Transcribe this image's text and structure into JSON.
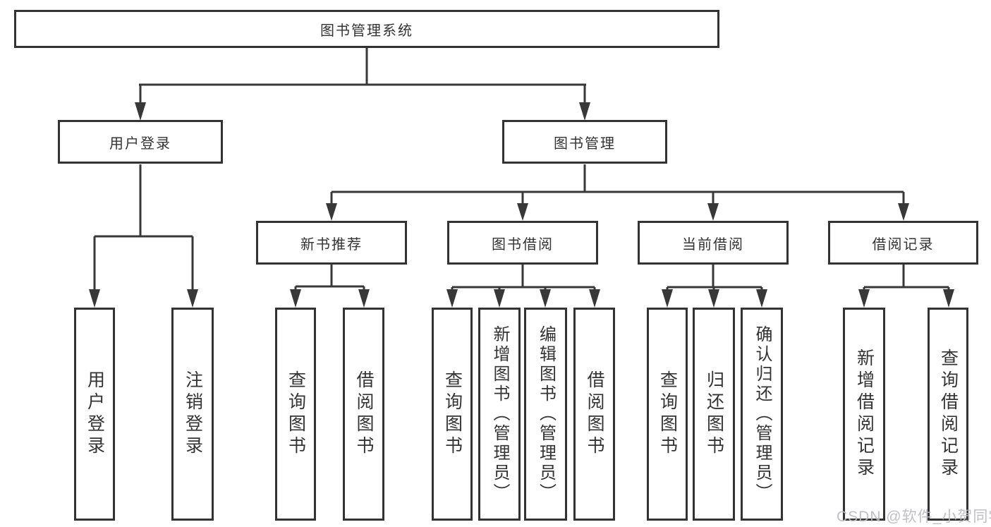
{
  "tree": {
    "label": "图书管理系统",
    "children": [
      {
        "label": "用户登录",
        "children": [
          {
            "label": "用户登录"
          },
          {
            "label": "注销登录"
          }
        ]
      },
      {
        "label": "图书管理",
        "children": [
          {
            "label": "新书推荐",
            "children": [
              {
                "label": "查询图书"
              },
              {
                "label": "借阅图书"
              }
            ]
          },
          {
            "label": "图书借阅",
            "children": [
              {
                "label": "查询图书"
              },
              {
                "label": "新增图书（管理员）"
              },
              {
                "label": "编辑图书（管理员）"
              },
              {
                "label": "借阅图书"
              }
            ]
          },
          {
            "label": "当前借阅",
            "children": [
              {
                "label": "查询图书"
              },
              {
                "label": "归还图书"
              },
              {
                "label": "确认归还（管理员）"
              }
            ]
          },
          {
            "label": "借阅记录",
            "children": [
              {
                "label": "新增借阅记录"
              },
              {
                "label": "查询借阅记录"
              }
            ]
          }
        ]
      }
    ]
  },
  "watermark": {
    "text": "CSDN @软件_小贺同学"
  },
  "colors": {
    "line": "#383838",
    "box_border": "#333333",
    "text": "#333333",
    "watermark": "#bcbcc2",
    "background": "#ffffff"
  }
}
